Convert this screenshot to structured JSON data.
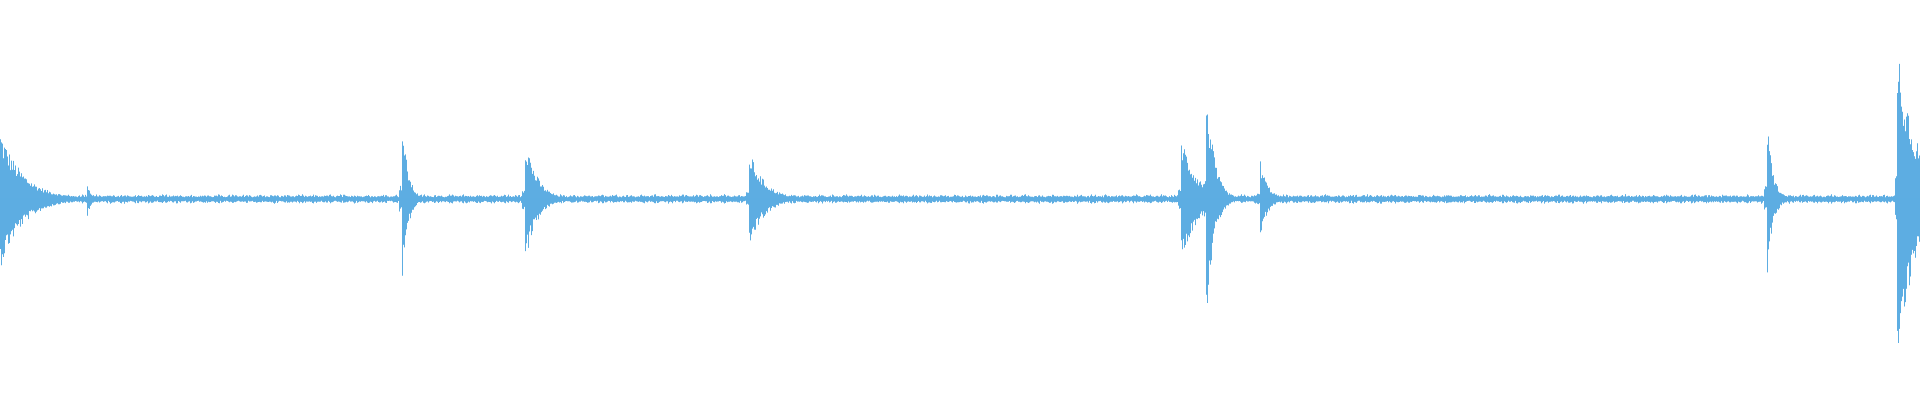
{
  "waveform": {
    "color": "#5DADE2",
    "background": "#FFFFFF",
    "baseline_amplitude": 0.03,
    "transient_events": [
      {
        "time": 0.0,
        "amplitude": 0.42,
        "decay": 0.012
      },
      {
        "time": 0.045,
        "amplitude": 0.12,
        "decay": 0.002
      },
      {
        "time": 0.209,
        "amplitude": 0.55,
        "decay": 0.003
      },
      {
        "time": 0.273,
        "amplitude": 0.42,
        "decay": 0.006
      },
      {
        "time": 0.39,
        "amplitude": 0.3,
        "decay": 0.008
      },
      {
        "time": 0.615,
        "amplitude": 0.4,
        "decay": 0.008
      },
      {
        "time": 0.628,
        "amplitude": 0.75,
        "decay": 0.004
      },
      {
        "time": 0.656,
        "amplitude": 0.25,
        "decay": 0.004
      },
      {
        "time": 0.92,
        "amplitude": 0.52,
        "decay": 0.003
      },
      {
        "time": 0.988,
        "amplitude": 1.0,
        "decay": 0.01
      }
    ]
  }
}
